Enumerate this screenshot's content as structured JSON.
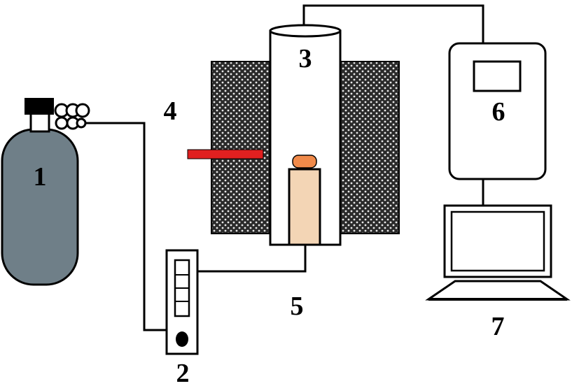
{
  "labels": {
    "cylinder": "1",
    "flowmeter": "2",
    "tube": "3",
    "furnace": "4",
    "sample": "5",
    "controller": "6",
    "computer": "7"
  },
  "colors": {
    "cylinder_body": "#6f7f88",
    "heater_rod": "#e02020",
    "sample_top": "#f08a4a",
    "sample_holder": "#f3d5b5",
    "insulation_bg": "#2a2a2a",
    "insulation_dot": "#e8e8e8"
  }
}
